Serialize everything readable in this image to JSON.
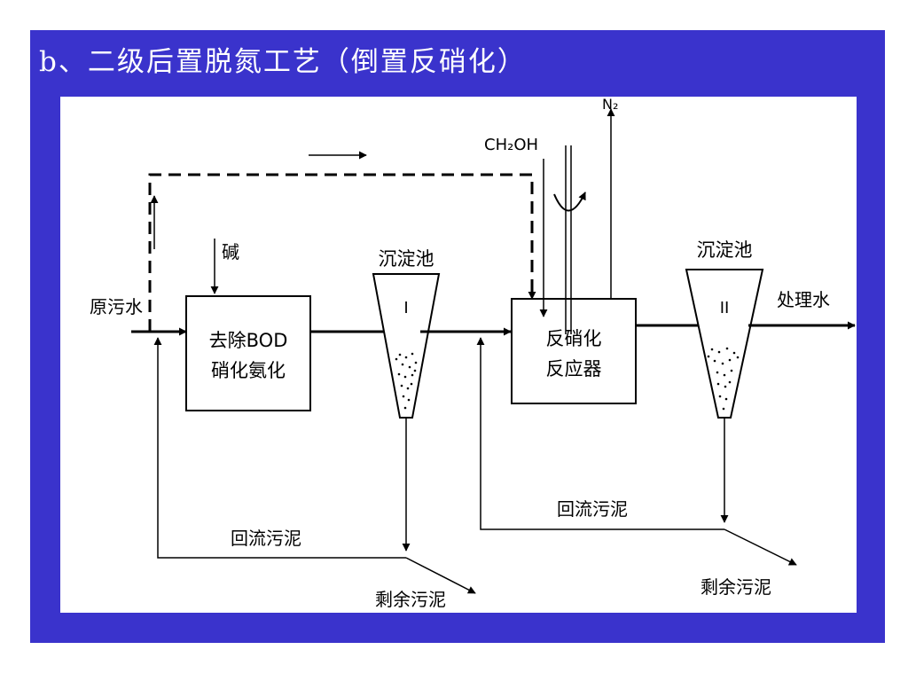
{
  "slide": {
    "title": "b、二级后置脱氮工艺（倒置反硝化）",
    "background_color": "#3a33cc",
    "title_color": "#ffffff"
  },
  "diagram": {
    "inputs": {
      "raw_water": "原污水",
      "alkali": "碱",
      "methanol": "CH₂OH",
      "nitrogen": "N₂"
    },
    "reactor1": {
      "line1": "去除BOD",
      "line2": "硝化氨化"
    },
    "clarifier1": {
      "label": "沉淀池",
      "numeral": "I"
    },
    "reactor2": {
      "line1": "反硝化",
      "line2": "反应器"
    },
    "clarifier2": {
      "label": "沉淀池",
      "numeral": "II"
    },
    "treated_water": "处理水",
    "return_sludge_1": "回流污泥",
    "return_sludge_2": "回流污泥",
    "waste_sludge_1": "剩余污泥",
    "waste_sludge_2": "剩余污泥"
  }
}
